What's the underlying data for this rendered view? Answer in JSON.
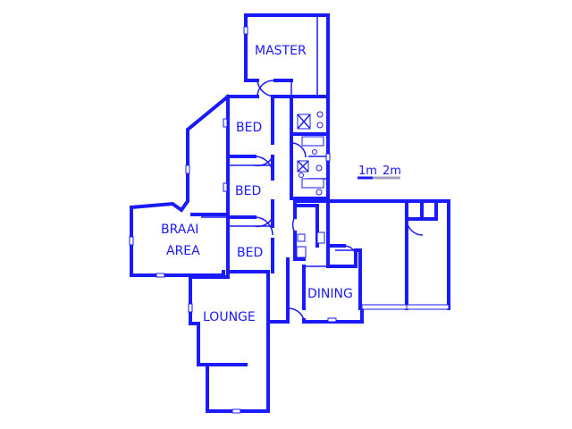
{
  "top_mark": " ",
  "rooms": {
    "master": "MASTER",
    "bed1": "BED",
    "bed2": "BED",
    "bed3": "BED",
    "braai_line1": "BRAAI",
    "braai_line2": "AREA",
    "dining": "DINING",
    "lounge": "LOUNGE"
  },
  "scale": {
    "label_1": "1m",
    "label_2": "2m"
  },
  "colors": {
    "wall": "#1a1aff",
    "background": "#ffffff"
  }
}
